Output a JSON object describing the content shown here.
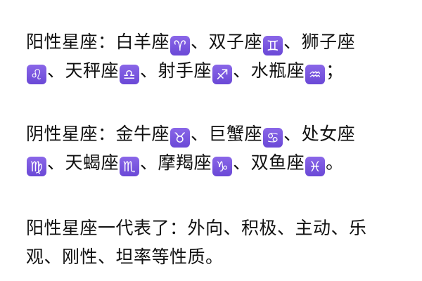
{
  "colors": {
    "badge": "#7656e0",
    "text": "#111111",
    "background": "#ffffff"
  },
  "paragraph1": {
    "label": "阳性星座：",
    "items": [
      {
        "name": "白羊座",
        "symbol": "♈"
      },
      {
        "name": "双子座",
        "symbol": "♊"
      },
      {
        "name": "狮子座",
        "symbol": "♌"
      },
      {
        "name": "天秤座",
        "symbol": "♎"
      },
      {
        "name": "射手座",
        "symbol": "♐"
      },
      {
        "name": "水瓶座",
        "symbol": "♒"
      }
    ],
    "sep": "、",
    "end": "；"
  },
  "paragraph2": {
    "label": "阴性星座：",
    "items": [
      {
        "name": "金牛座",
        "symbol": "♉"
      },
      {
        "name": "巨蟹座",
        "symbol": "♋"
      },
      {
        "name": "处女座",
        "symbol": "♍"
      },
      {
        "name": "天蝎座",
        "symbol": "♏"
      },
      {
        "name": "摩羯座",
        "symbol": "♑"
      },
      {
        "name": "双鱼座",
        "symbol": "♓"
      }
    ],
    "sep": "、",
    "end": "。"
  },
  "paragraph3": {
    "line1": "阳性星座一代表了：外向、积极、主动、乐",
    "line2": "观、刚性、坦率等性质。"
  }
}
